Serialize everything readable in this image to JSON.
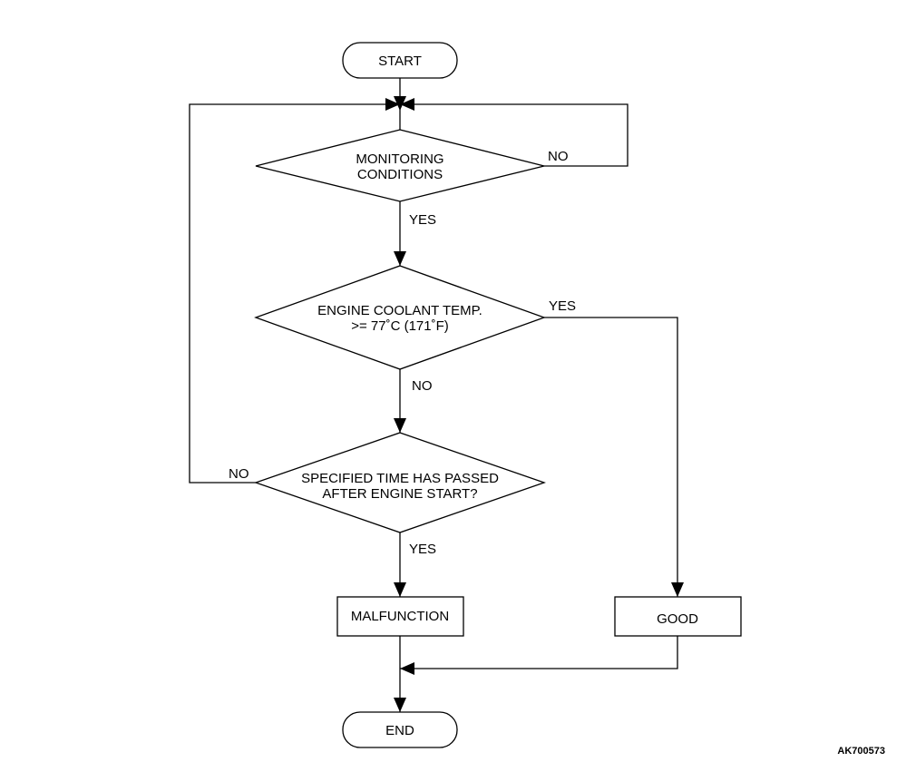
{
  "nodes": {
    "start": "START",
    "monitoring": [
      "MONITORING",
      "CONDITIONS"
    ],
    "coolant": [
      "ENGINE COOLANT TEMP.",
      ">= 77˚C (171˚F)"
    ],
    "specified_time": [
      "SPECIFIED TIME HAS PASSED",
      "AFTER ENGINE START?"
    ],
    "malfunction": "MALFUNCTION",
    "good": "GOOD",
    "end": "END"
  },
  "edges": {
    "monitoring_no": "NO",
    "monitoring_yes": "YES",
    "coolant_yes": "YES",
    "coolant_no": "NO",
    "time_no": "NO",
    "time_yes": "YES"
  },
  "figure_code": "AK700573"
}
